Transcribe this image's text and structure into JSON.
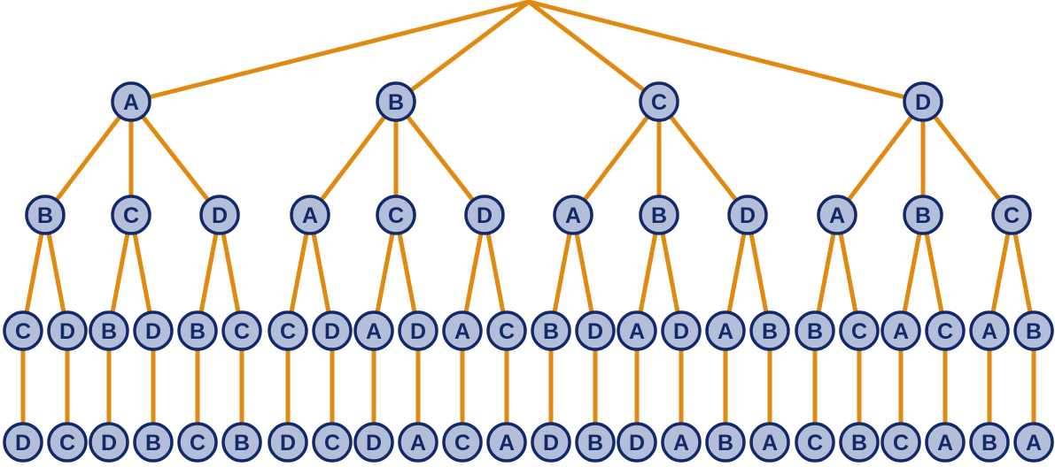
{
  "colors": {
    "edge": "#E08A12",
    "node_fill": "#B3BFD8",
    "node_stroke": "#13296A",
    "label": "#13296A"
  },
  "tree": {
    "children": [
      {
        "label": "A",
        "children": [
          {
            "label": "B",
            "children": [
              {
                "label": "C",
                "children": [
                  {
                    "label": "D"
                  }
                ]
              },
              {
                "label": "D",
                "children": [
                  {
                    "label": "C"
                  }
                ]
              }
            ]
          },
          {
            "label": "C",
            "children": [
              {
                "label": "B",
                "children": [
                  {
                    "label": "D"
                  }
                ]
              },
              {
                "label": "D",
                "children": [
                  {
                    "label": "B"
                  }
                ]
              }
            ]
          },
          {
            "label": "D",
            "children": [
              {
                "label": "B",
                "children": [
                  {
                    "label": "C"
                  }
                ]
              },
              {
                "label": "C",
                "children": [
                  {
                    "label": "B"
                  }
                ]
              }
            ]
          }
        ]
      },
      {
        "label": "B",
        "children": [
          {
            "label": "A",
            "children": [
              {
                "label": "C",
                "children": [
                  {
                    "label": "D"
                  }
                ]
              },
              {
                "label": "D",
                "children": [
                  {
                    "label": "C"
                  }
                ]
              }
            ]
          },
          {
            "label": "C",
            "children": [
              {
                "label": "A",
                "children": [
                  {
                    "label": "D"
                  }
                ]
              },
              {
                "label": "D",
                "children": [
                  {
                    "label": "A"
                  }
                ]
              }
            ]
          },
          {
            "label": "D",
            "children": [
              {
                "label": "A",
                "children": [
                  {
                    "label": "C"
                  }
                ]
              },
              {
                "label": "C",
                "children": [
                  {
                    "label": "A"
                  }
                ]
              }
            ]
          }
        ]
      },
      {
        "label": "C",
        "children": [
          {
            "label": "A",
            "children": [
              {
                "label": "B",
                "children": [
                  {
                    "label": "D"
                  }
                ]
              },
              {
                "label": "D",
                "children": [
                  {
                    "label": "B"
                  }
                ]
              }
            ]
          },
          {
            "label": "B",
            "children": [
              {
                "label": "A",
                "children": [
                  {
                    "label": "D"
                  }
                ]
              },
              {
                "label": "D",
                "children": [
                  {
                    "label": "A"
                  }
                ]
              }
            ]
          },
          {
            "label": "D",
            "children": [
              {
                "label": "A",
                "children": [
                  {
                    "label": "B"
                  }
                ]
              },
              {
                "label": "B",
                "children": [
                  {
                    "label": "A"
                  }
                ]
              }
            ]
          }
        ]
      },
      {
        "label": "D",
        "children": [
          {
            "label": "A",
            "children": [
              {
                "label": "B",
                "children": [
                  {
                    "label": "C"
                  }
                ]
              },
              {
                "label": "C",
                "children": [
                  {
                    "label": "B"
                  }
                ]
              }
            ]
          },
          {
            "label": "B",
            "children": [
              {
                "label": "A",
                "children": [
                  {
                    "label": "C"
                  }
                ]
              },
              {
                "label": "C",
                "children": [
                  {
                    "label": "A"
                  }
                ]
              }
            ]
          },
          {
            "label": "C",
            "children": [
              {
                "label": "A",
                "children": [
                  {
                    "label": "B"
                  }
                ]
              },
              {
                "label": "B",
                "children": [
                  {
                    "label": "A"
                  }
                ]
              }
            ]
          }
        ]
      }
    ]
  }
}
